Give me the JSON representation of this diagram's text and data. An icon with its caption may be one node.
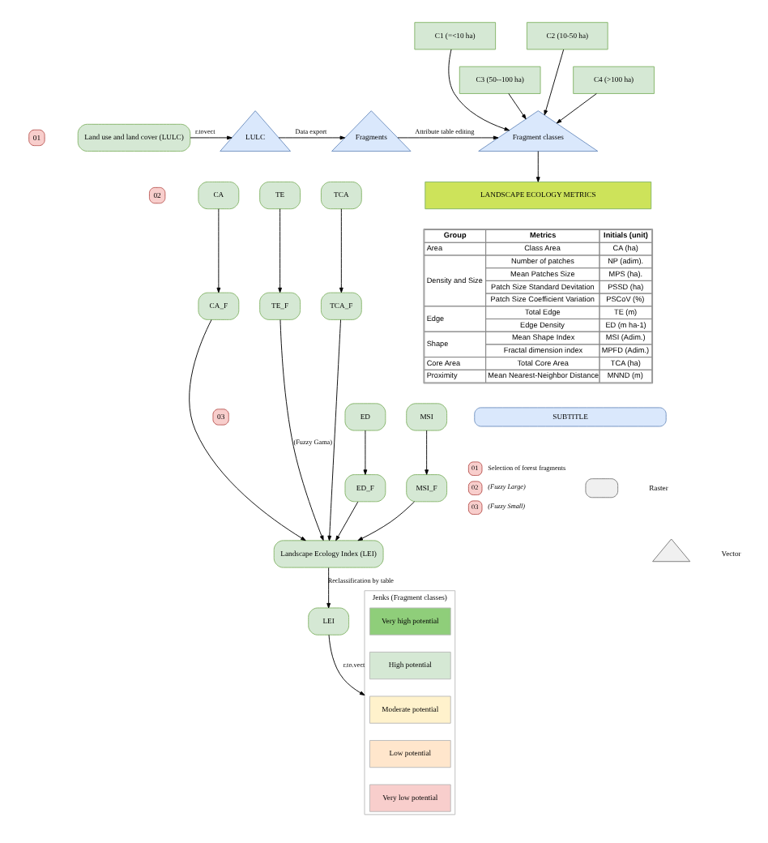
{
  "diagram": {
    "nodes": [
      {
        "text": [
          "Land use and land cover (LULC)"
        ]
      },
      {
        "text": [
          "LULC"
        ]
      },
      {
        "text": [
          "Fragments"
        ]
      },
      {
        "text": [
          "Fragment classes"
        ]
      },
      {
        "text": [
          "C1 (=<10 ha)"
        ]
      },
      {
        "text": [
          "C2 (10-50 ha)"
        ]
      },
      {
        "text": [
          "C3 (50--100 ha)"
        ]
      },
      {
        "text": [
          "C4 (>100 ha)"
        ]
      },
      {
        "text": [
          "LANDSCAPE ECOLOGY METRICS"
        ]
      },
      {
        "text": [
          "CA"
        ]
      },
      {
        "text": [
          "TE"
        ]
      },
      {
        "text": [
          "TCA"
        ]
      },
      {
        "text": [
          "CA_F"
        ]
      },
      {
        "text": [
          "TE_F"
        ]
      },
      {
        "text": [
          "TCA_F"
        ]
      },
      {
        "text": [
          "ED"
        ]
      },
      {
        "text": [
          "MSI"
        ]
      },
      {
        "text": [
          "ED_F"
        ]
      },
      {
        "text": [
          "MSI_F"
        ]
      },
      {
        "text": [
          "Landscape Ecology Index (LEI)"
        ]
      },
      {
        "text": [
          "LEI"
        ]
      },
      {
        "text": [
          "Jenks (Fragment classes)"
        ]
      },
      {
        "text": [
          "Very high potential"
        ],
        "in": 21
      },
      {
        "text": [
          "High potential"
        ],
        "in": 21
      },
      {
        "text": [
          "Moderate potential"
        ],
        "in": 21
      },
      {
        "text": [
          "Low potential"
        ],
        "in": 21
      },
      {
        "text": [
          "Very low potential"
        ],
        "in": 21
      }
    ],
    "edges": [
      {
        "from": 0,
        "to": 1,
        "arrow": "to",
        "label": "r.tovect"
      },
      {
        "from": 1,
        "to": 2,
        "arrow": "to",
        "label": "Data export"
      },
      {
        "from": 2,
        "to": 3,
        "arrow": "to",
        "label": "Attribute table editing"
      },
      {
        "from": 4,
        "to": 3,
        "arrow": "to"
      },
      {
        "from": 5,
        "to": 3,
        "arrow": "to"
      },
      {
        "from": 6,
        "to": 3,
        "arrow": "to"
      },
      {
        "from": 7,
        "to": 3,
        "arrow": "to"
      },
      {
        "from": 3,
        "to": 8,
        "arrow": "to"
      },
      {
        "from": 9,
        "to": 12,
        "arrow": "to"
      },
      {
        "from": 10,
        "to": 13,
        "arrow": "to"
      },
      {
        "from": 11,
        "to": 14,
        "arrow": "to"
      },
      {
        "from": 15,
        "to": 17,
        "arrow": "to"
      },
      {
        "from": 16,
        "to": 18,
        "arrow": "to"
      },
      {
        "from": 12,
        "to": 19,
        "arrow": "to"
      },
      {
        "from": 13,
        "to": 19,
        "arrow": "to",
        "label": "(Fuzzy Gama)"
      },
      {
        "from": 14,
        "to": 19,
        "arrow": "to"
      },
      {
        "from": 17,
        "to": 19,
        "arrow": "to"
      },
      {
        "from": 18,
        "to": 19,
        "arrow": "to"
      },
      {
        "from": 19,
        "to": 20,
        "arrow": "to",
        "label": "Reclassification by table"
      },
      {
        "from": 20,
        "to": 21,
        "arrow": "to",
        "label": "r.to.vect"
      }
    ],
    "labels": [
      "01",
      "02",
      "03",
      "Group",
      "Metrics",
      "Initials (unit)",
      "Area",
      "Class Area",
      "CA (ha)",
      "Density and Size",
      "Number of patches",
      "NP (adim).",
      "Mean Patches Size",
      "MPS (ha).",
      "Patch Size Standard Devitation",
      "PSSD (ha)",
      "Patch Size Coefficient Variation",
      "PSCoV (%)",
      "Edge",
      "Total Edge",
      "TE (m)",
      "Edge Density",
      "ED (m ha-1)",
      "Shape",
      "Mean Shape Index",
      "MSI (Adim.)",
      "Fractal dimension index",
      "MPFD (Adim.)",
      "Core Area",
      "Total Core Area",
      "TCA (ha)",
      "Proximity",
      "Mean Nearest-Neighbor Distance",
      "MNND (m)",
      "SUBTITLE",
      "01",
      "Selection of forest fragments",
      "02",
      "(Fuzzy Large)",
      "03",
      "(Fuzzy Small)"
    ],
    "legend": [
      {
        "text": "Raster"
      },
      {
        "text": "Vector"
      }
    ]
  }
}
